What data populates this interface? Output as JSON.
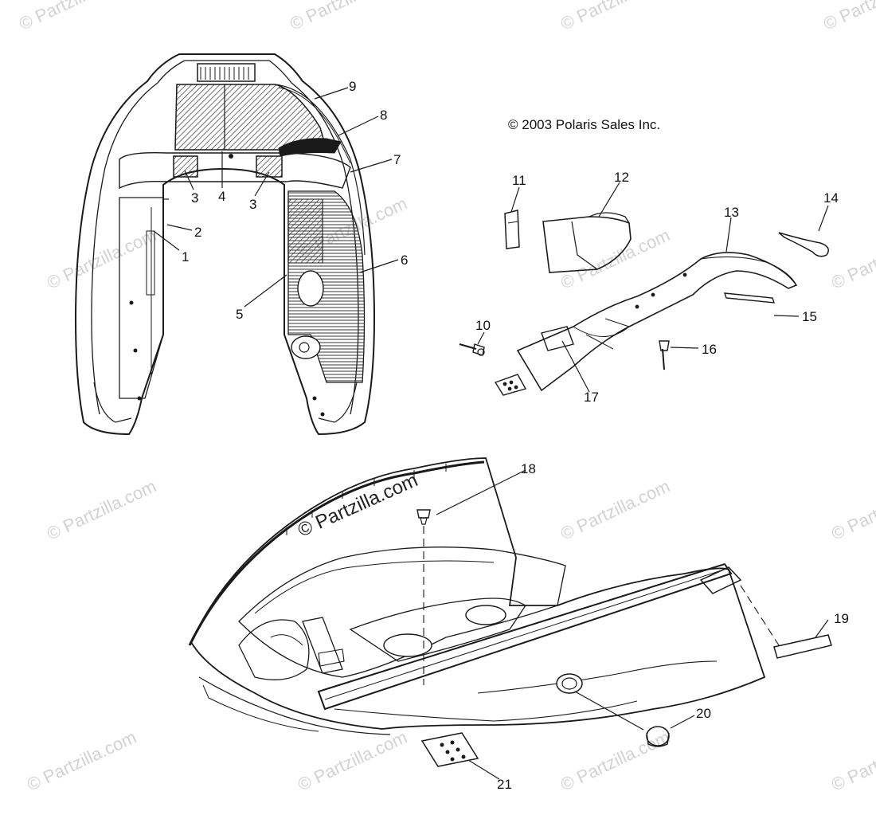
{
  "copyright": "© 2003 Polaris Sales Inc.",
  "watermark": "© Partzilla.com",
  "callouts": [
    {
      "id": "1",
      "label": "1"
    },
    {
      "id": "2",
      "label": "2"
    },
    {
      "id": "3a",
      "label": "3"
    },
    {
      "id": "4",
      "label": "4"
    },
    {
      "id": "3b",
      "label": "3"
    },
    {
      "id": "5",
      "label": "5"
    },
    {
      "id": "6",
      "label": "6"
    },
    {
      "id": "7",
      "label": "7"
    },
    {
      "id": "8",
      "label": "8"
    },
    {
      "id": "9",
      "label": "9"
    },
    {
      "id": "10",
      "label": "10"
    },
    {
      "id": "11",
      "label": "11"
    },
    {
      "id": "12",
      "label": "12"
    },
    {
      "id": "13",
      "label": "13"
    },
    {
      "id": "14",
      "label": "14"
    },
    {
      "id": "15",
      "label": "15"
    },
    {
      "id": "16",
      "label": "16"
    },
    {
      "id": "17",
      "label": "17"
    },
    {
      "id": "18",
      "label": "18"
    },
    {
      "id": "19",
      "label": "19"
    },
    {
      "id": "20",
      "label": "20"
    },
    {
      "id": "21",
      "label": "21"
    }
  ],
  "colors": {
    "line": "#1a1a1a",
    "hatch": "#333333",
    "watermark": "#d2d2d2"
  }
}
